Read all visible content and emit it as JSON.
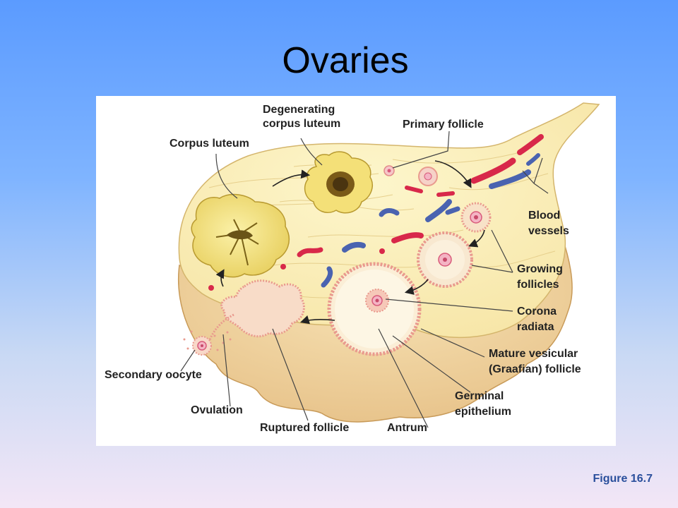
{
  "slide": {
    "title": "Ovaries",
    "caption": "Figure 16.7"
  },
  "diagram": {
    "labels": {
      "degenerating_corpus_luteum_1": "Degenerating",
      "degenerating_corpus_luteum_2": "corpus luteum",
      "primary_follicle": "Primary follicle",
      "corpus_luteum": "Corpus luteum",
      "blood_vessels_1": "Blood",
      "blood_vessels_2": "vessels",
      "growing_follicles_1": "Growing",
      "growing_follicles_2": "follicles",
      "corona_radiata_1": "Corona",
      "corona_radiata_2": "radiata",
      "mature_follicle_1": "Mature vesicular",
      "mature_follicle_2": "(Graafian) follicle",
      "secondary_oocyte": "Secondary oocyte",
      "germinal_epithelium_1": "Germinal",
      "germinal_epithelium_2": "epithelium",
      "ovulation": "Ovulation",
      "ruptured_follicle": "Ruptured follicle",
      "antrum": "Antrum"
    },
    "colors": {
      "stroma": "#fbf0b8",
      "surface": "#f2d8a4",
      "corpus_luteum": "#f4e58a",
      "artery": "#d8284a",
      "vein": "#4a63b0",
      "follicle_rim": "#e99a8e"
    }
  }
}
